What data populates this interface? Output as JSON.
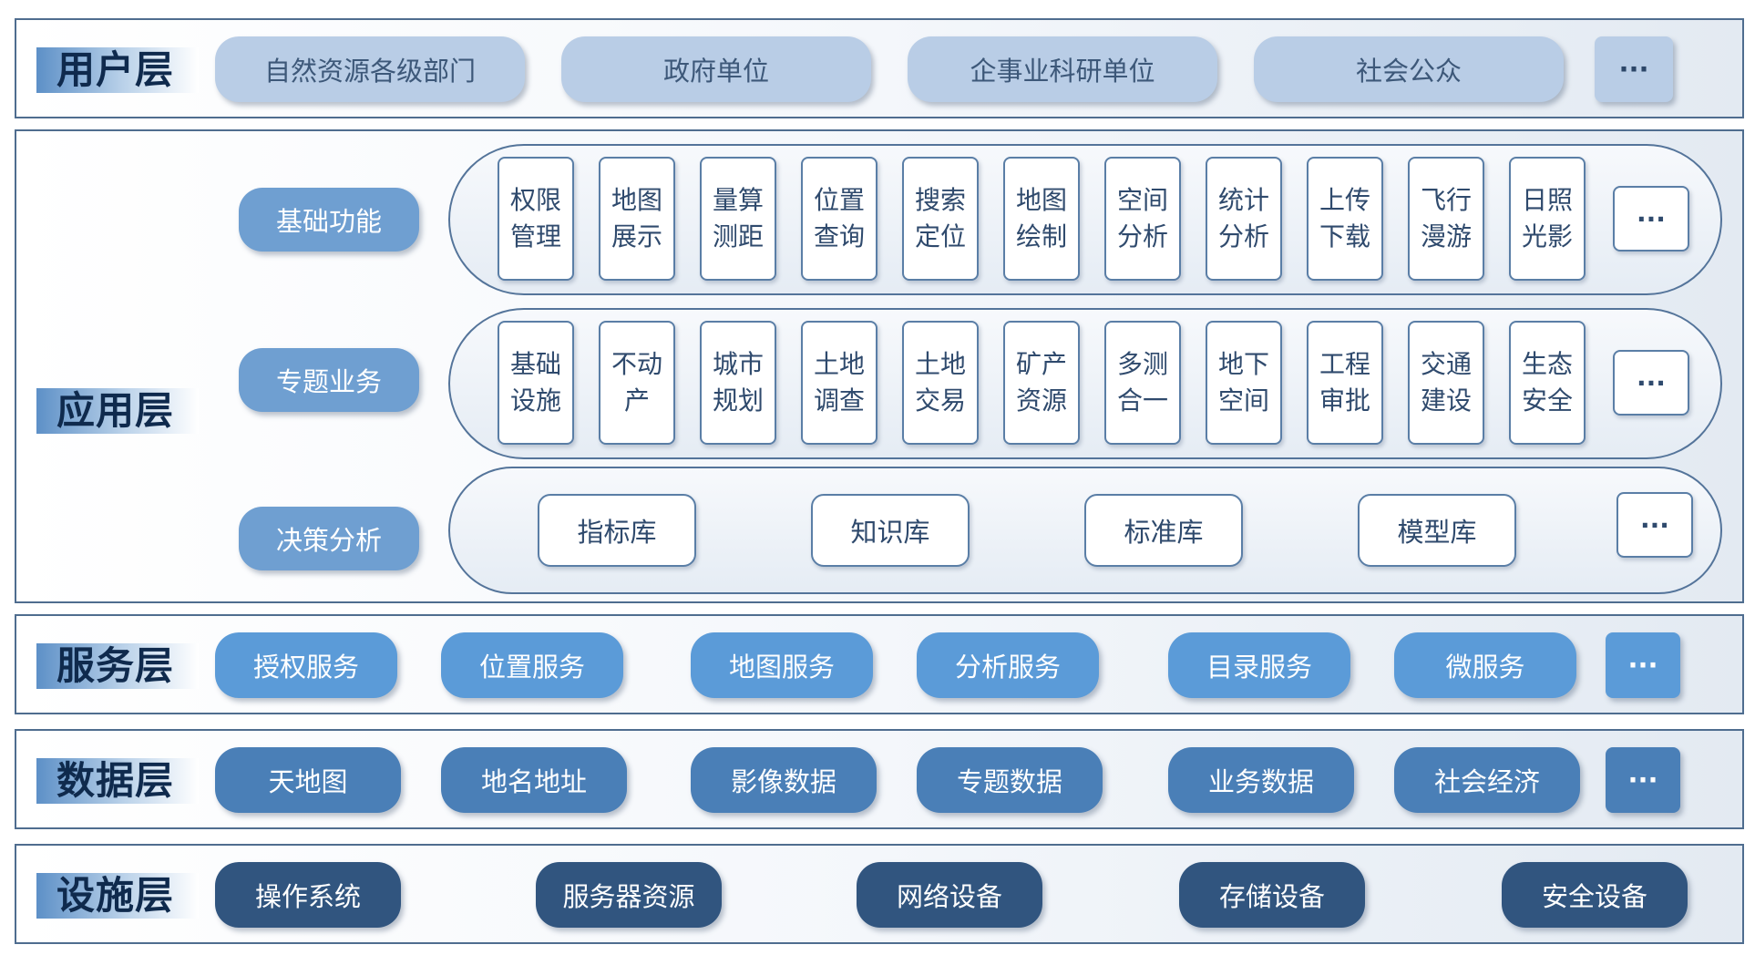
{
  "layers": {
    "user": {
      "title": "用户层",
      "items": [
        "自然资源各级部门",
        "政府单位",
        "企事业科研单位",
        "社会公众"
      ],
      "more": "···"
    },
    "app": {
      "title": "应用层",
      "basic": {
        "label": "基础功能",
        "tiles": [
          [
            "权限",
            "管理"
          ],
          [
            "地图",
            "展示"
          ],
          [
            "量算",
            "测距"
          ],
          [
            "位置",
            "查询"
          ],
          [
            "搜索",
            "定位"
          ],
          [
            "地图",
            "绘制"
          ],
          [
            "空间",
            "分析"
          ],
          [
            "统计",
            "分析"
          ],
          [
            "上传",
            "下载"
          ],
          [
            "飞行",
            "漫游"
          ],
          [
            "日照",
            "光影"
          ]
        ],
        "more": "···"
      },
      "thematic": {
        "label": "专题业务",
        "tiles": [
          [
            "基础",
            "设施"
          ],
          [
            "不动",
            "产"
          ],
          [
            "城市",
            "规划"
          ],
          [
            "土地",
            "调查"
          ],
          [
            "土地",
            "交易"
          ],
          [
            "矿产",
            "资源"
          ],
          [
            "多测",
            "合一"
          ],
          [
            "地下",
            "空间"
          ],
          [
            "工程",
            "审批"
          ],
          [
            "交通",
            "建设"
          ],
          [
            "生态",
            "安全"
          ]
        ],
        "more": "···"
      },
      "decision": {
        "label": "决策分析",
        "items": [
          "指标库",
          "知识库",
          "标准库",
          "模型库"
        ],
        "more": "···"
      }
    },
    "service": {
      "title": "服务层",
      "items": [
        "授权服务",
        "位置服务",
        "地图服务",
        "分析服务",
        "目录服务",
        "微服务"
      ],
      "more": "···"
    },
    "data": {
      "title": "数据层",
      "items": [
        "天地图",
        "地名地址",
        "影像数据",
        "专题数据",
        "业务数据",
        "社会经济"
      ],
      "more": "···"
    },
    "facility": {
      "title": "设施层",
      "items": [
        "操作系统",
        "服务器资源",
        "网络设备",
        "存储设备",
        "安全设备"
      ]
    }
  }
}
